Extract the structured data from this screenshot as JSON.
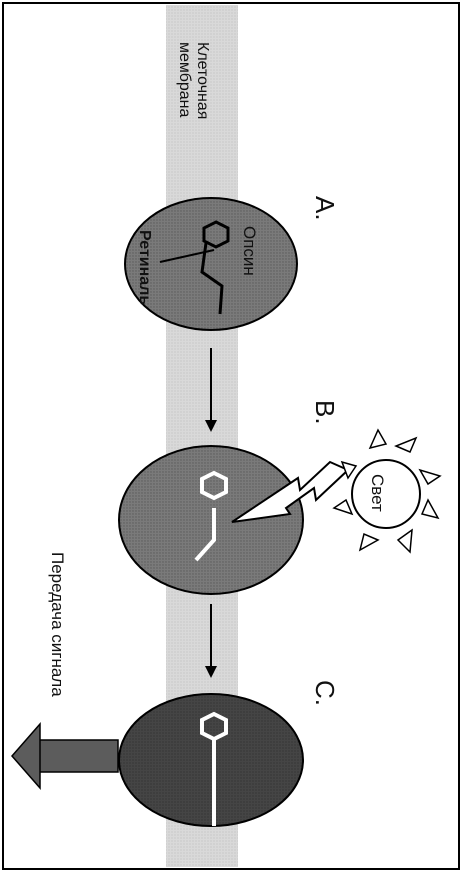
{
  "labels": {
    "membrane_line1": "Клеточная",
    "membrane_line2": "мембрана",
    "stage_a": "A.",
    "stage_b": "B.",
    "stage_c": "C.",
    "opsin": "Опсин",
    "retinal": "Ретиналь",
    "light": "Свет",
    "signal": "Передача сигнала"
  },
  "icons": {
    "sun": "sun-icon",
    "lightning": "lightning-bolt-icon",
    "arrow": "arrow-icon",
    "molecule": "retinal-molecule-icon"
  },
  "colors": {
    "membrane": "#d6d6d6",
    "opsin_a": "#8a8a8a",
    "opsin_b": "#6e6e6e",
    "opsin_c": "#4a4a4a",
    "retinal_inactive": "#222222",
    "retinal_active": "#ffffff",
    "signal_arrow": "#5c5c5c"
  }
}
